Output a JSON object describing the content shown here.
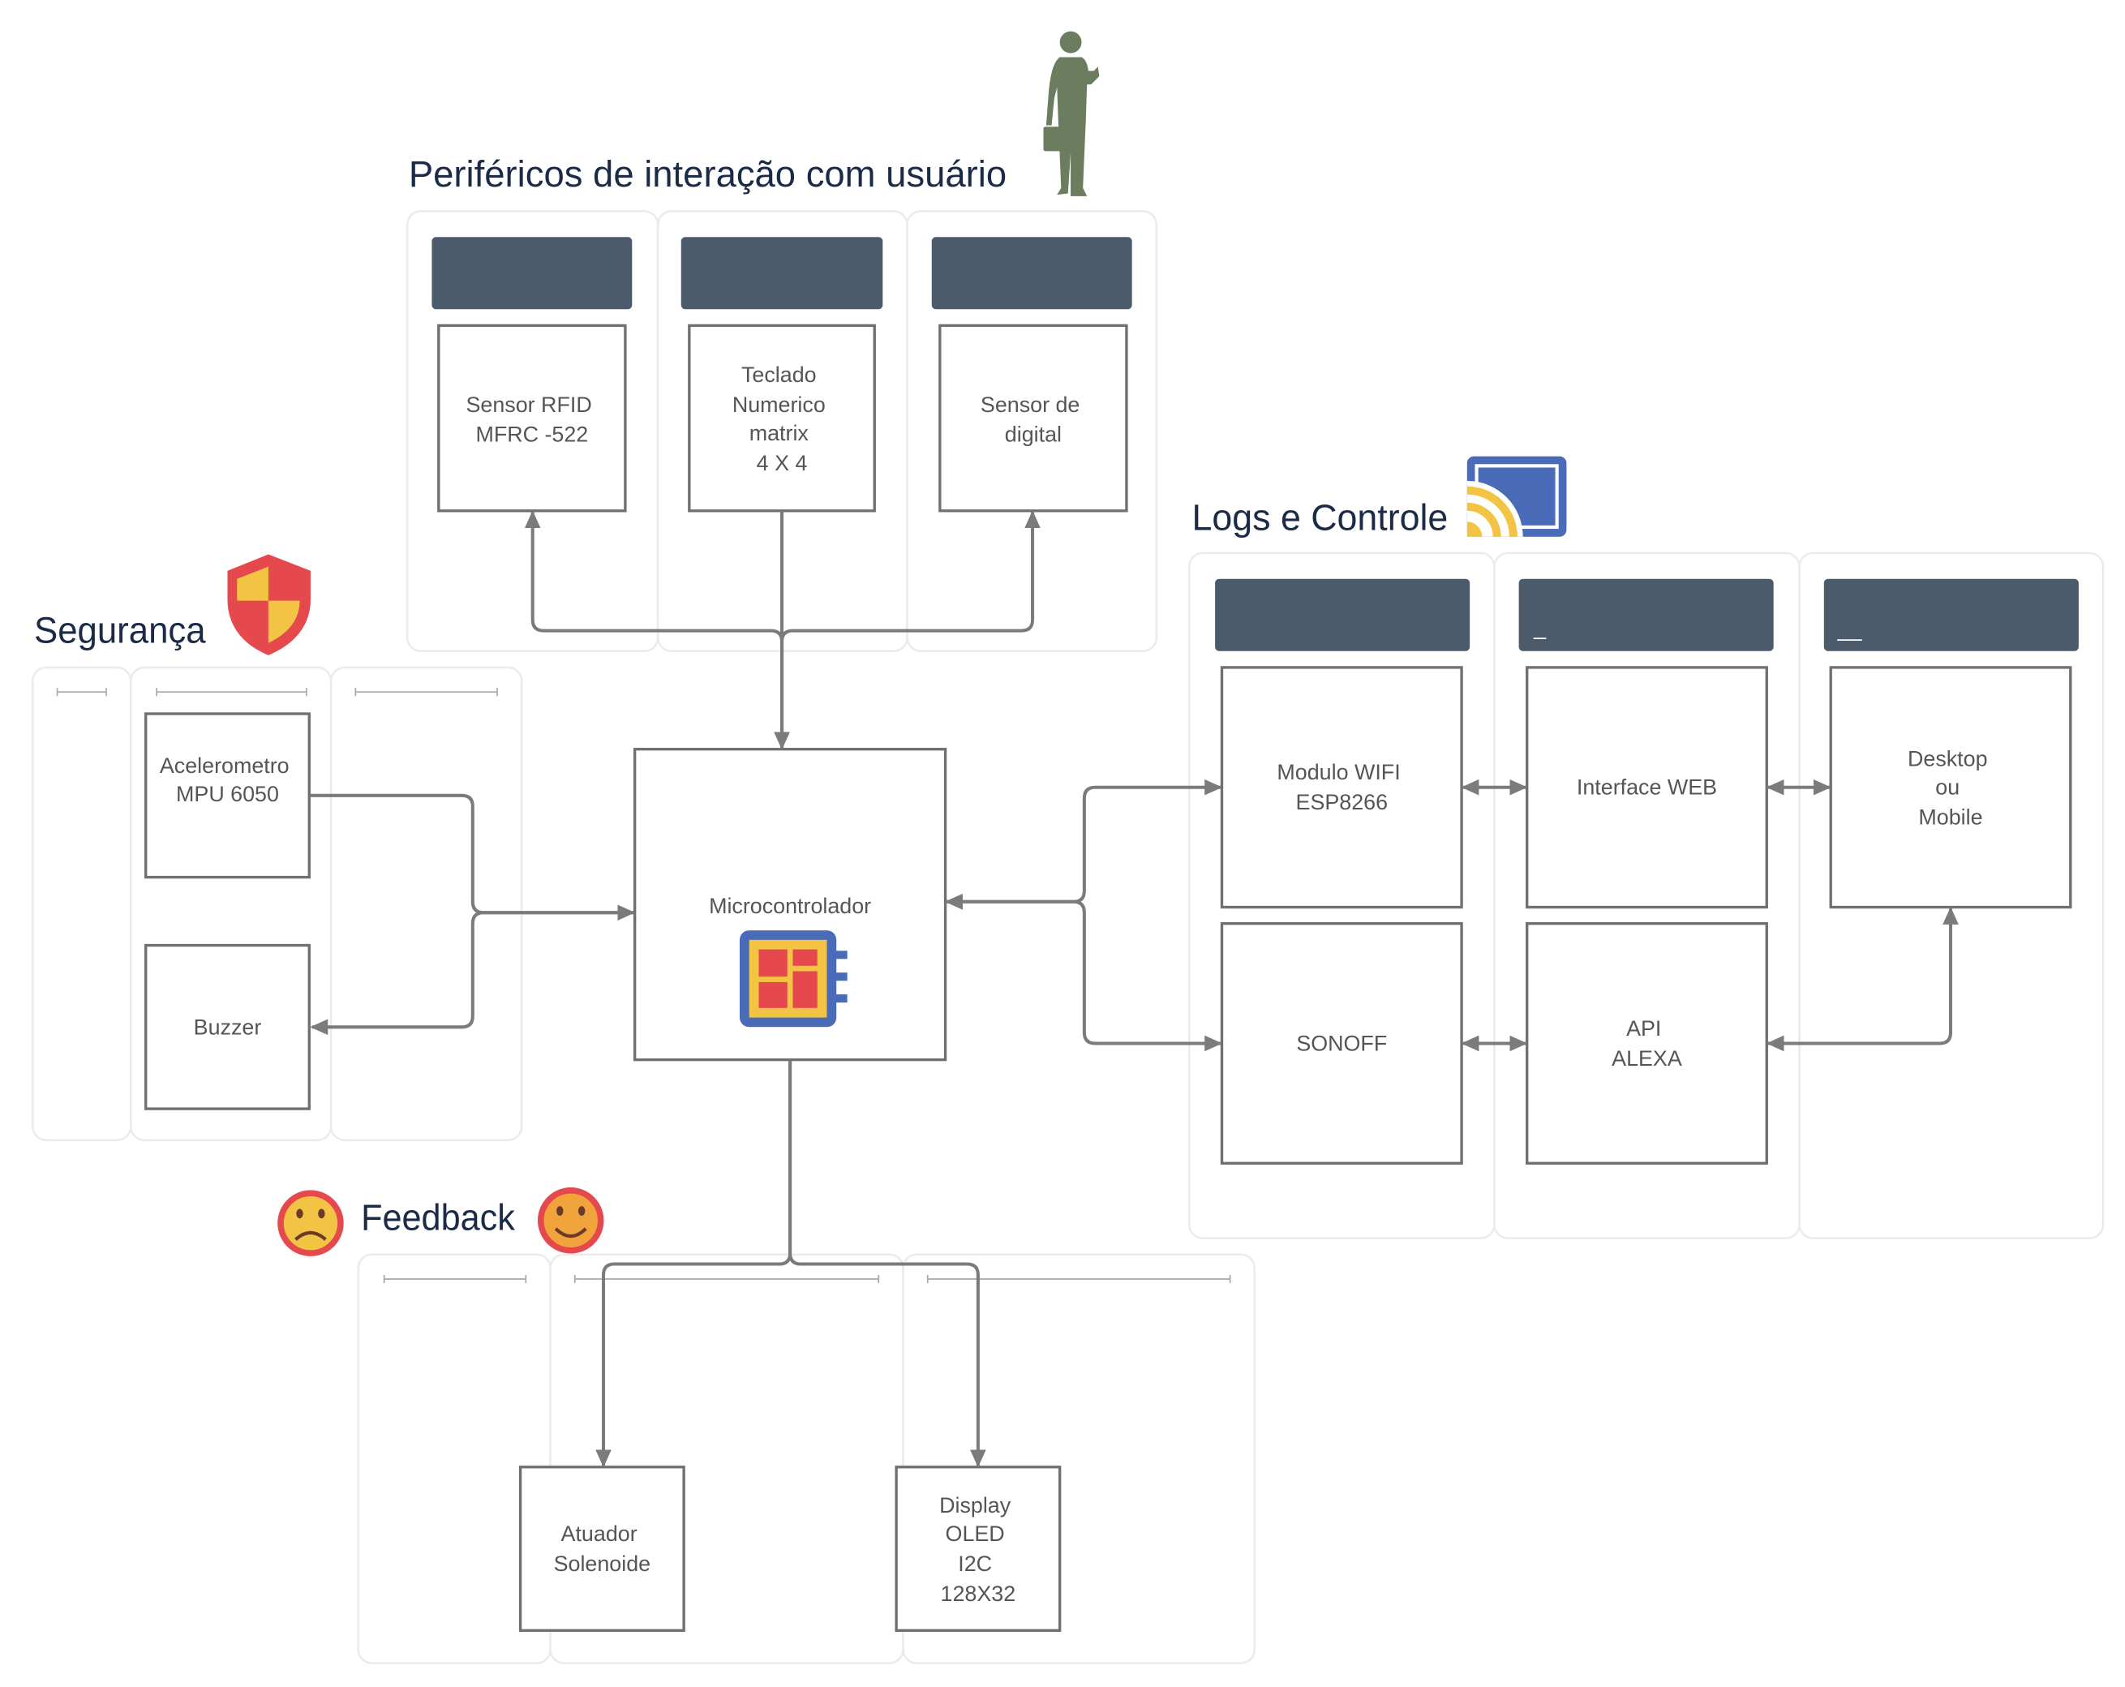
{
  "colors": {
    "title": "#1b2b47",
    "lane_header": "#4b5b6b",
    "box_border": "#707070",
    "box_text": "#555555",
    "connector": "#7b7b7b",
    "panel_border": "#ebebeb",
    "icon_green": "#6b7d5e",
    "icon_blue": "#4a6cb8",
    "icon_yellow": "#f3c443",
    "icon_red": "#e5484d",
    "icon_orange": "#f2a43c"
  },
  "perifericos": {
    "title": "Periféricos de interação com usuário",
    "icon": "person-silhouette-icon",
    "boxes": {
      "sensor_rfid": [
        "Sensor RFID",
        "MFRC -522"
      ],
      "teclado": [
        "Teclado",
        "Numerico",
        "matrix",
        "4 X 4"
      ],
      "sensor_digital": [
        "Sensor de",
        "digital"
      ]
    }
  },
  "logs_controle": {
    "title": "Logs e Controle",
    "icon": "cast-icon",
    "lane_headers": [
      "_",
      "__"
    ],
    "boxes": {
      "modulo_wifi": [
        "Modulo WIFI",
        "ESP8266"
      ],
      "interface_web": [
        "Interface WEB"
      ],
      "desktop_mobile": [
        "Desktop",
        "ou",
        "Mobile"
      ],
      "sonoff": [
        "SONOFF"
      ],
      "api_alexa": [
        "API",
        "ALEXA"
      ]
    }
  },
  "seguranca": {
    "title": "Segurança",
    "icon": "shield-icon",
    "boxes": {
      "acelerometro": [
        "Acelerometro",
        "MPU 6050"
      ],
      "buzzer": [
        "Buzzer"
      ]
    }
  },
  "microcontrolador": {
    "label": "Microcontrolador",
    "icon": "chip-icon"
  },
  "feedback": {
    "title": "Feedback",
    "icons": [
      "sad-face-icon",
      "happy-face-icon"
    ],
    "boxes": {
      "atuador": [
        "Atuador",
        "Solenoide"
      ],
      "display": [
        "Display",
        "OLED",
        "I2C",
        "128X32"
      ]
    }
  }
}
